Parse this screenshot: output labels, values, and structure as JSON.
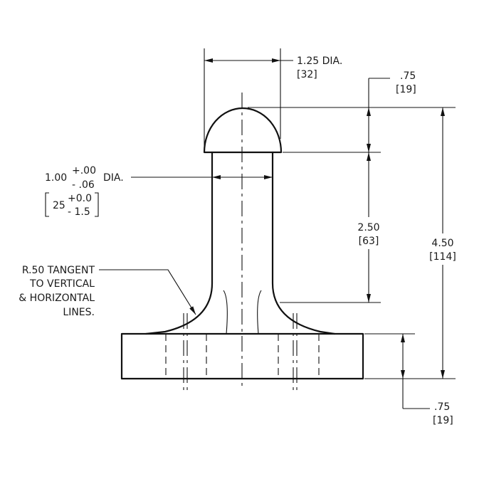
{
  "dimensions": {
    "head_dia": {
      "value": "1.25 DIA.",
      "metric": "[32]"
    },
    "head_height": {
      "value": ".75",
      "metric": "[19]"
    },
    "shaft_length": {
      "value": "2.50",
      "metric": "[63]"
    },
    "overall_height": {
      "value": "4.50",
      "metric": "[114]"
    },
    "base_height": {
      "value": ".75",
      "metric": "[19]"
    },
    "shaft_dia": {
      "nominal": "1.00",
      "upper_tol": "+.00",
      "lower_tol": "- .06",
      "suffix": "DIA.",
      "metric_nominal": "25",
      "metric_upper_tol": "+0.0",
      "metric_lower_tol": "- 1.5"
    }
  },
  "notes": {
    "fillet_note": [
      "R.50 TANGENT",
      "TO VERTICAL",
      "& HORIZONTAL",
      "LINES."
    ]
  }
}
